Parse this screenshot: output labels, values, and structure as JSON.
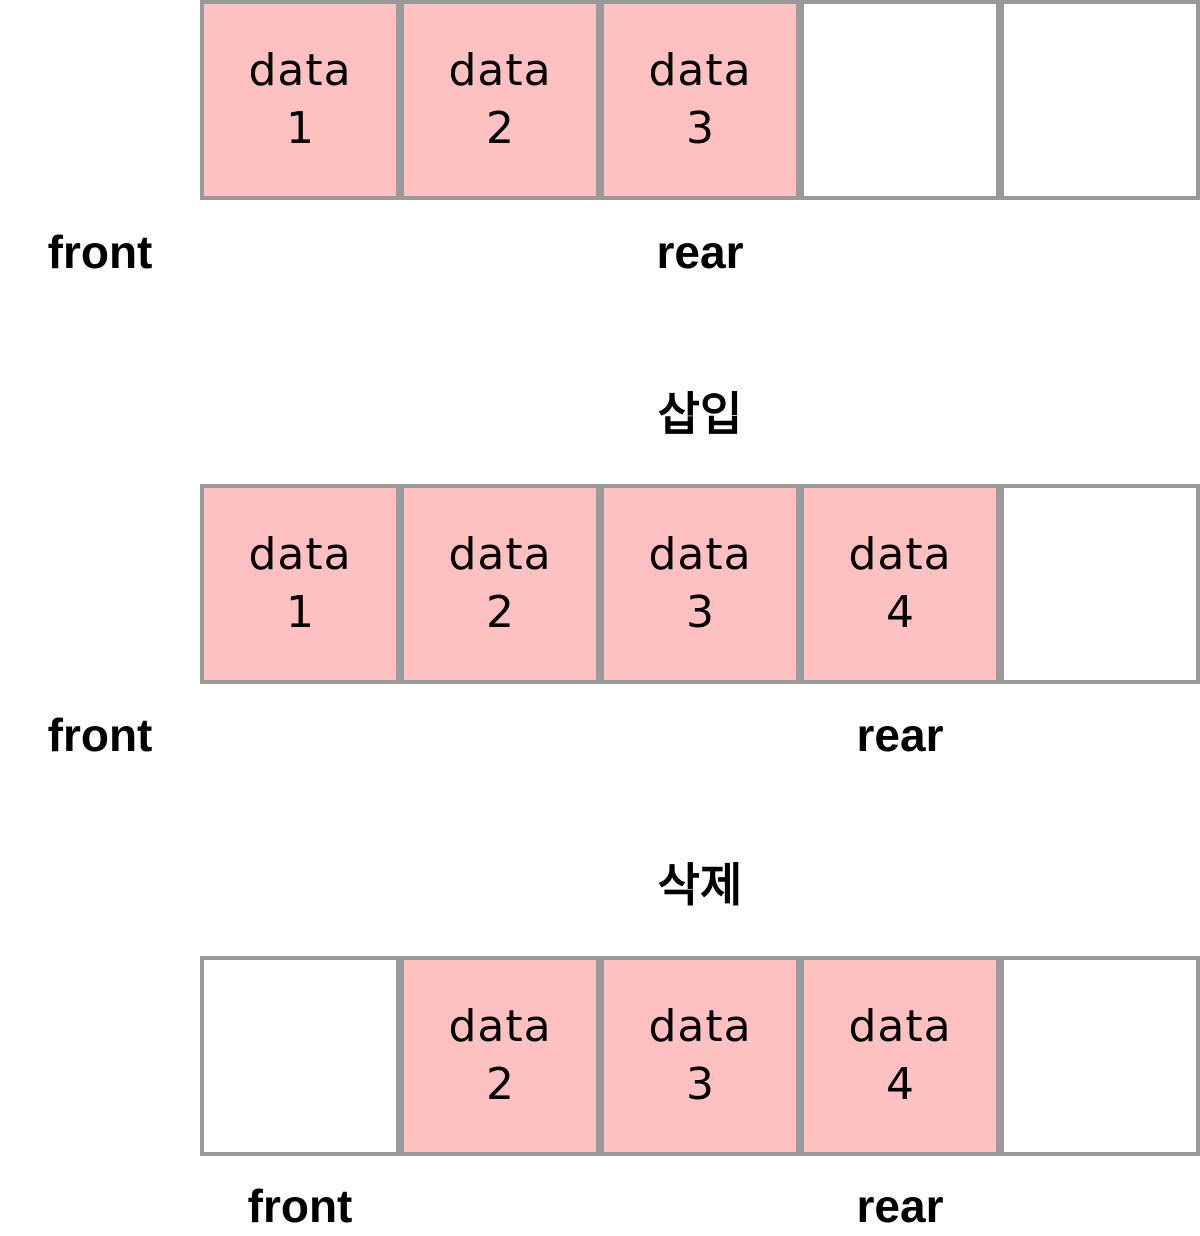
{
  "states": [
    {
      "cells": [
        {
          "word": "data",
          "num": "1"
        },
        {
          "word": "data",
          "num": "2"
        },
        {
          "word": "data",
          "num": "3"
        },
        {
          "word": "",
          "num": ""
        },
        {
          "word": "",
          "num": ""
        }
      ],
      "front_label": "front",
      "rear_label": "rear"
    },
    {
      "cells": [
        {
          "word": "data",
          "num": "1"
        },
        {
          "word": "data",
          "num": "2"
        },
        {
          "word": "data",
          "num": "3"
        },
        {
          "word": "data",
          "num": "4"
        },
        {
          "word": "",
          "num": ""
        }
      ],
      "front_label": "front",
      "rear_label": "rear"
    },
    {
      "cells": [
        {
          "word": "",
          "num": ""
        },
        {
          "word": "data",
          "num": "2"
        },
        {
          "word": "data",
          "num": "3"
        },
        {
          "word": "data",
          "num": "4"
        },
        {
          "word": "",
          "num": ""
        }
      ],
      "front_label": "front",
      "rear_label": "rear"
    }
  ],
  "operations": {
    "insert": "삽입",
    "delete": "삭제"
  },
  "colors": {
    "filled": "#ffc0c1",
    "empty": "#ffffff",
    "border": "#9a9a9a"
  }
}
